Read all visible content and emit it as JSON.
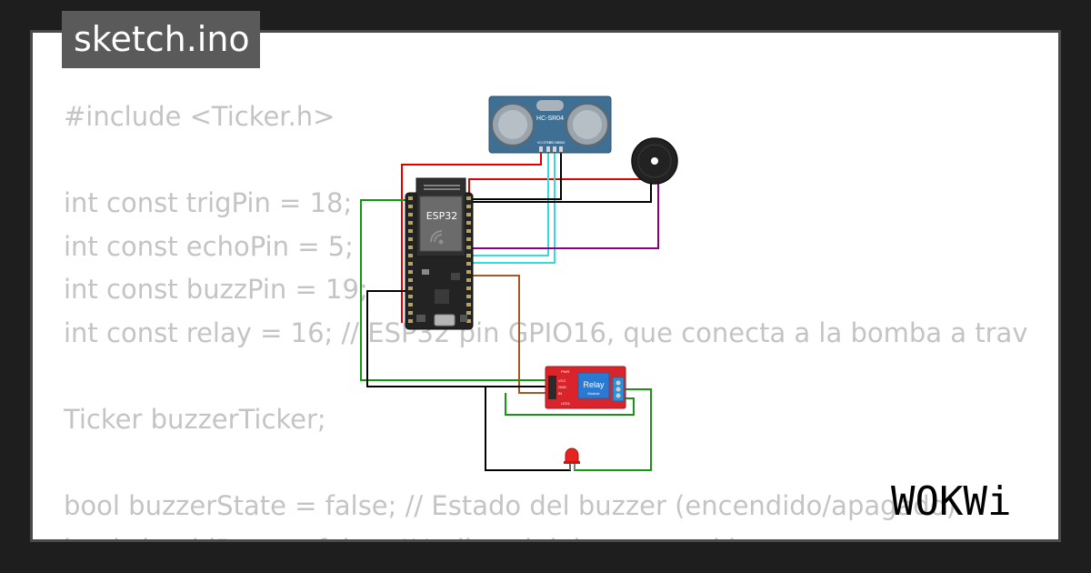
{
  "file": {
    "title": "sketch.ino"
  },
  "code_lines": [
    "#include <Ticker.h>",
    "",
    "int const trigPin = 18;",
    "int const echoPin = 5;",
    "int const buzzPin = 19;",
    "int const relay = 16; // ESP32 pin GPIO16, que conecta a la bomba a trav",
    "",
    "Ticker buzzerTicker;",
    "",
    "bool buzzerState = false; // Estado del buzzer (encendido/apagado)",
    "bool shouldBuzz = false; // Indica si debe sonar el buzzer"
  ],
  "diagram": {
    "esp32_label": "ESP32",
    "sensor_label": "HC-SR04",
    "sensor_pins": [
      "VCC",
      "TRIG",
      "ECHO",
      "GND"
    ],
    "relay_label": "Relay",
    "relay_sublabel": "Module",
    "relay_pins": [
      "VCC",
      "GND",
      "IN"
    ],
    "relay_leds": [
      "PWR",
      "LED1"
    ]
  },
  "brand": {
    "logo_text": "WOKWi"
  },
  "colors": {
    "background": "#1e1e1e",
    "card": "#ffffff",
    "code_text": "#c4c4c4",
    "title_bg": "#5a5a5a",
    "wire_red": "#e00000",
    "wire_cyan": "#33dddd",
    "wire_green": "#119911",
    "wire_purple": "#880088",
    "wire_brown": "#aa5522",
    "wire_black": "#000000"
  }
}
